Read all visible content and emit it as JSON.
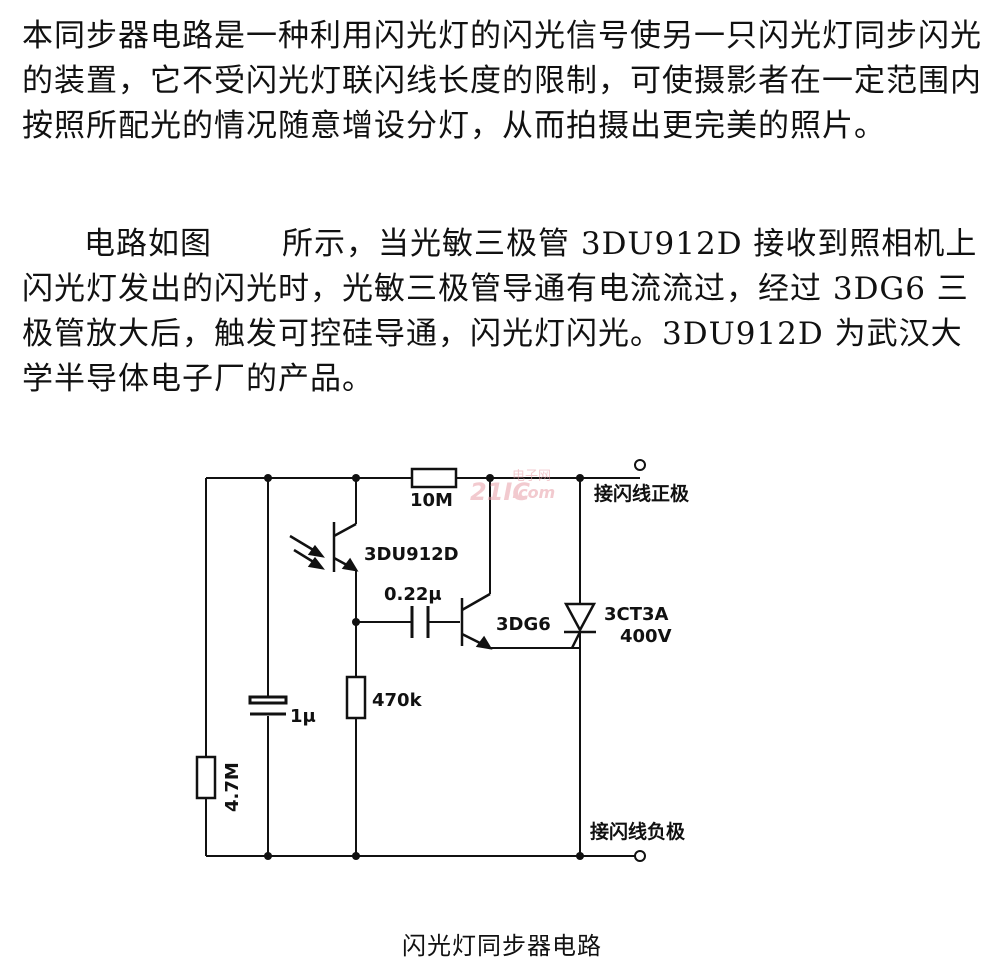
{
  "text": {
    "para1": "本同步器电路是一种利用闪光灯的闪光信号使另一只闪光灯同步闪光的装置，它不受闪光灯联闪线长度的限制，可使摄影者在一定范围内按照所配光的情况随意增设分灯，从而拍摄出更完美的照片。",
    "para2_a": "电路如图",
    "para2_b": "所示，当光敏三极管 3DU912D 接收到照相机上闪光灯发出的闪光时，光敏三极管导通有电流流过，经过 3DG6 三极管放大后，触发可控硅导通，闪光灯闪光。3DU912D 为武汉大学半导体电子厂的产品。"
  },
  "diagram": {
    "resistor_top": "10M",
    "phototransistor": "3DU912D",
    "capacitor_coupling": "0.22μ",
    "transistor": "3DG6",
    "scr": "3CT3A",
    "scr_rating": "400V",
    "resistor_emitter": "470k",
    "capacitor_1u": "1μ",
    "resistor_left": "4.7M",
    "terminal_positive": "接闪线正极",
    "terminal_negative": "接闪线负极",
    "watermark_main": "21IC",
    "watermark_cn": "电子网",
    "watermark_dom": ".com"
  },
  "caption": "闪光灯同步器电路",
  "colors": {
    "ink": "#111111",
    "watermark": "#e8a0a8"
  }
}
